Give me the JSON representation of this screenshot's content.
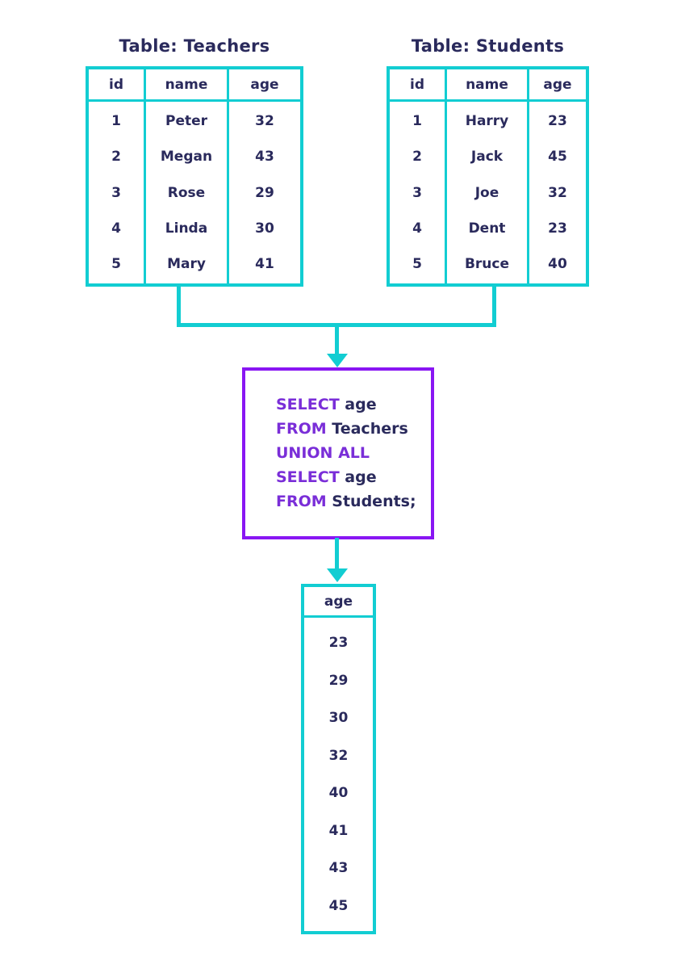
{
  "teachers": {
    "title": "Table: Teachers",
    "columns": [
      "id",
      "name",
      "age"
    ],
    "rows": [
      {
        "id": "1",
        "name": "Peter",
        "age": "32"
      },
      {
        "id": "2",
        "name": "Megan",
        "age": "43"
      },
      {
        "id": "3",
        "name": "Rose",
        "age": "29"
      },
      {
        "id": "4",
        "name": "Linda",
        "age": "30"
      },
      {
        "id": "5",
        "name": "Mary",
        "age": "41"
      }
    ]
  },
  "students": {
    "title": "Table: Students",
    "columns": [
      "id",
      "name",
      "age"
    ],
    "rows": [
      {
        "id": "1",
        "name": "Harry",
        "age": "23"
      },
      {
        "id": "2",
        "name": "Jack",
        "age": "45"
      },
      {
        "id": "3",
        "name": "Joe",
        "age": "32"
      },
      {
        "id": "4",
        "name": "Dent",
        "age": "23"
      },
      {
        "id": "5",
        "name": "Bruce",
        "age": "40"
      }
    ]
  },
  "sql": {
    "lines": [
      {
        "keyword": "SELECT",
        "rest": " age"
      },
      {
        "keyword": "FROM",
        "rest": " Teachers"
      },
      {
        "keyword": "UNION ALL",
        "rest": ""
      },
      {
        "keyword": "SELECT",
        "rest": " age"
      },
      {
        "keyword": "FROM",
        "rest": " Students;"
      }
    ]
  },
  "result": {
    "column": "age",
    "values": [
      "23",
      "29",
      "30",
      "32",
      "40",
      "41",
      "43",
      "45"
    ]
  },
  "colors": {
    "cyan": "#12CDD2",
    "box_purple": "#8916F3",
    "keyword_purple": "#7A2ED8",
    "text_navy": "#2A2A5C",
    "background": "#FFFFFF"
  }
}
